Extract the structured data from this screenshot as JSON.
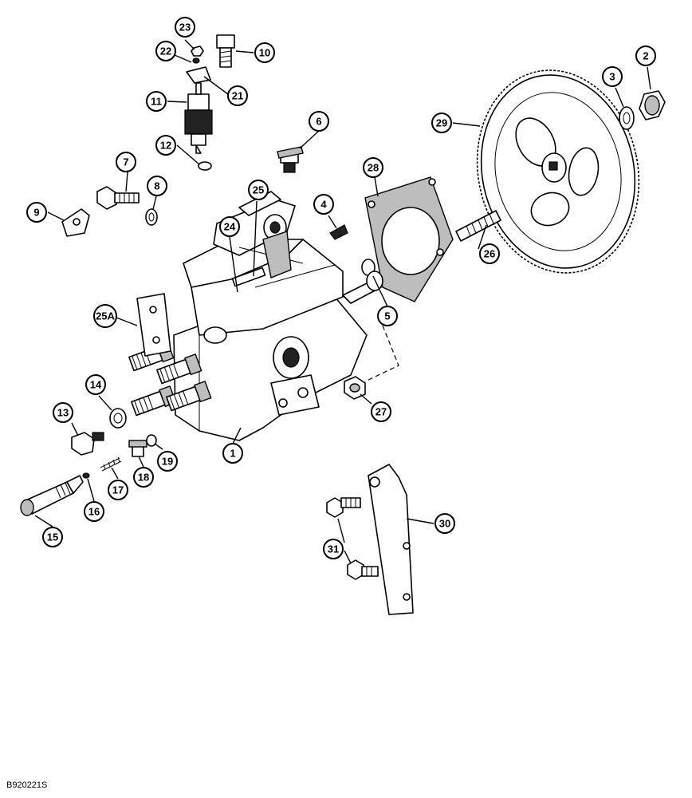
{
  "figure_id": "B920221S",
  "callouts": [
    "1",
    "2",
    "3",
    "4",
    "5",
    "6",
    "7",
    "8",
    "9",
    "10",
    "11",
    "12",
    "13",
    "14",
    "15",
    "16",
    "17",
    "18",
    "19",
    "21",
    "22",
    "23",
    "24",
    "25",
    "25A",
    "26",
    "27",
    "28",
    "29",
    "30",
    "31"
  ]
}
